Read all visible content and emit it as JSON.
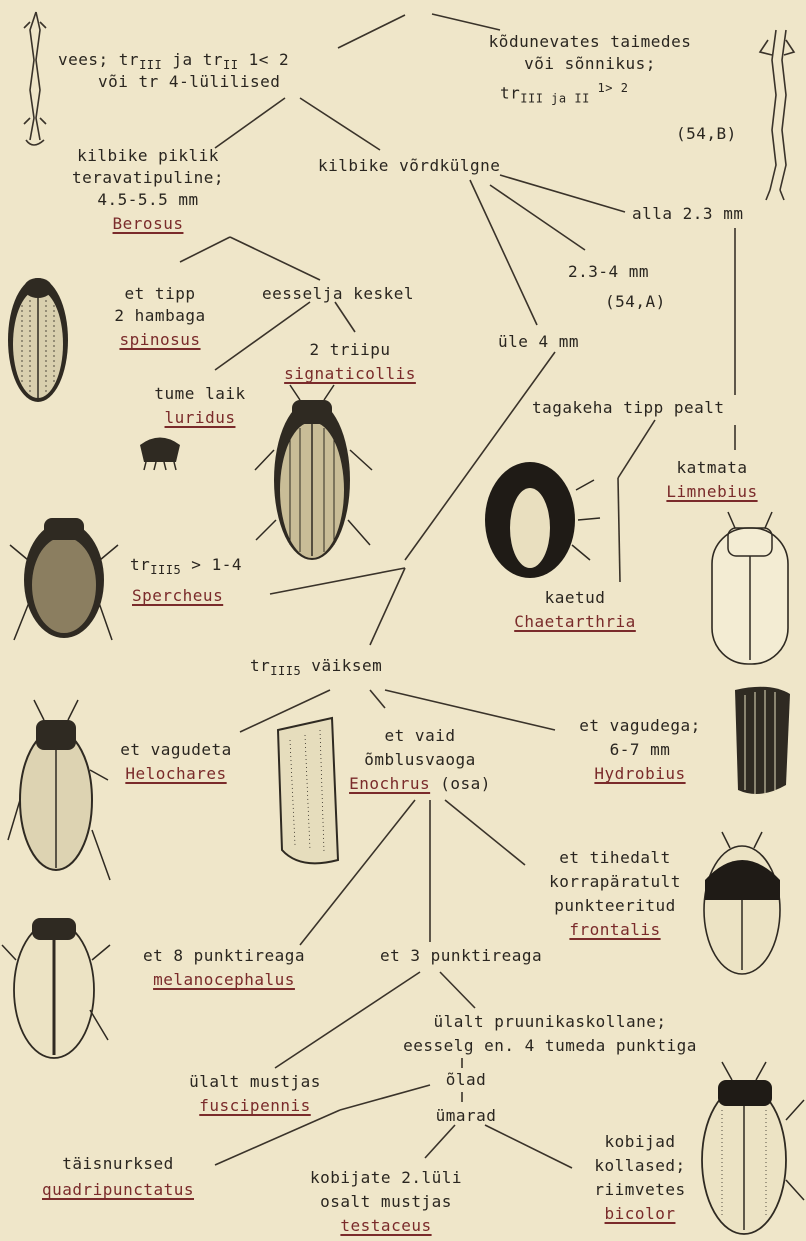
{
  "n_root_left_1": "vees; tr",
  "n_root_left_1_sub1": "III",
  "n_root_left_1_mid": " ja tr",
  "n_root_left_1_sub2": "II",
  "n_root_left_1_end": " 1< 2",
  "n_root_left_2": "või tr 4-lülilised",
  "n_root_right_1": "kõdunevates taimedes",
  "n_root_right_2": "või sõnnikus;",
  "n_root_right_3a": "tr",
  "n_root_right_3_sub": "III ja II",
  "n_root_right_3_sup": " 1> 2",
  "n_root_right_4": "(54,B)",
  "n_shield_long_1": "kilbike piklik",
  "n_shield_long_2": "teravatipuline;",
  "n_shield_long_3": "4.5-5.5 mm",
  "sp_berosus": "Berosus",
  "n_shield_equal": "kilbike võrdkülgne",
  "n_under_23": "alla 2.3 mm",
  "n_23_4": "2.3-4 mm",
  "n_54A": "(54,A)",
  "n_et_tipp_1": "et tipp",
  "n_et_tipp_2": "2 hambaga",
  "sp_spinosus": "spinosus",
  "n_eeselja": "eesselja keskel",
  "n_tume_laik": "tume laik",
  "sp_luridus": "luridus",
  "n_2_triipu": "2 triipu",
  "sp_signaticollis": "signaticollis",
  "n_ule_4": "üle 4 mm",
  "n_tagakeha": "tagakeha tipp pealt",
  "n_katmata": "katmata",
  "sp_limnebius": "Limnebius",
  "n_kaetud": "kaetud",
  "sp_chaetarthria": "Chaetarthria",
  "n_tr3_5_a": "tr",
  "n_tr3_5_sub": "III5",
  "n_tr3_5_b": " 1-4",
  "sp_spercheus": "Spercheus",
  "n_tr3_vaiksem_a": "tr",
  "n_tr3_vaiksem_sub": "III5",
  "n_tr3_vaiksem_b": " väiksem",
  "n_et_vagudeta": "et vagudeta",
  "sp_helochares": "Helochares",
  "n_et_vaid_1": "et vaid",
  "n_et_vaid_2": "õmblusvaoga",
  "sp_enochrus": "Enochrus",
  "sp_enochrus_note": " (osa)",
  "n_et_vagudega_1": "et vagudega;",
  "n_et_vagudega_2": "6-7 mm",
  "sp_hydrobius": "Hydrobius",
  "n_tihedalt_1": "et tihedalt",
  "n_tihedalt_2": "korrapäratult",
  "n_tihedalt_3": "punkteeritud",
  "sp_frontalis": "frontalis",
  "n_8_punkt": "et 8 punktireaga",
  "sp_melanocephalus": "melanocephalus",
  "n_3_punkt": "et 3 punktireaga",
  "n_ulalt_pruun_1": "ülalt pruunikaskollane;",
  "n_ulalt_pruun_2": "eesselg en. 4 tumeda punktiga",
  "n_ulalt_must": "ülalt mustjas",
  "sp_fuscipennis": "fuscipennis",
  "n_olad": "õlad",
  "n_umarad": "ümarad",
  "n_taisnurk": "täisnurksed",
  "sp_quadripunctatus": "quadripunctatus",
  "n_kobijate_1": "kobijate 2.lüli",
  "n_kobijate_2": "osalt mustjas",
  "sp_testaceus": "testaceus",
  "n_kobijad_1": "kobijad",
  "n_kobijad_2": "kollased;",
  "n_kobijad_3": "riimvetes",
  "sp_bicolor": "bicolor",
  "colors": {
    "paper": "#efe6c9",
    "ink": "#2a2620",
    "species": "#7a2b2b"
  }
}
